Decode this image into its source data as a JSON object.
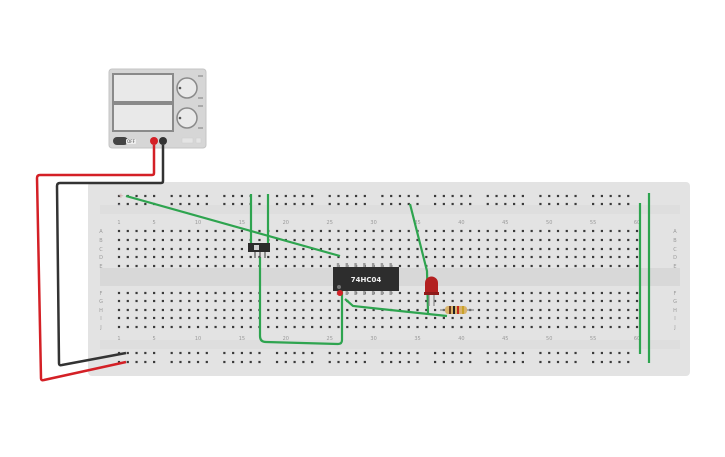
{
  "power_supply": {
    "button_label": "OFF",
    "knob1_labels": [
      "",
      ""
    ],
    "knob2_labels": [
      "",
      ""
    ]
  },
  "ic": {
    "label": "74HC04"
  },
  "breadboard": {
    "column_labels": [
      "1",
      "5",
      "10",
      "15",
      "20",
      "25",
      "30",
      "35",
      "40",
      "45",
      "50",
      "55",
      "60"
    ],
    "row_labels_top": [
      "A",
      "B",
      "C",
      "D",
      "E"
    ],
    "row_labels_bottom": [
      "F",
      "G",
      "H",
      "I",
      "J"
    ]
  },
  "colors": {
    "wire_red": "#d42026",
    "wire_black": "#333333",
    "wire_green": "#2ea44f",
    "led_red": "#b32020",
    "board": "#e6e6e6"
  }
}
